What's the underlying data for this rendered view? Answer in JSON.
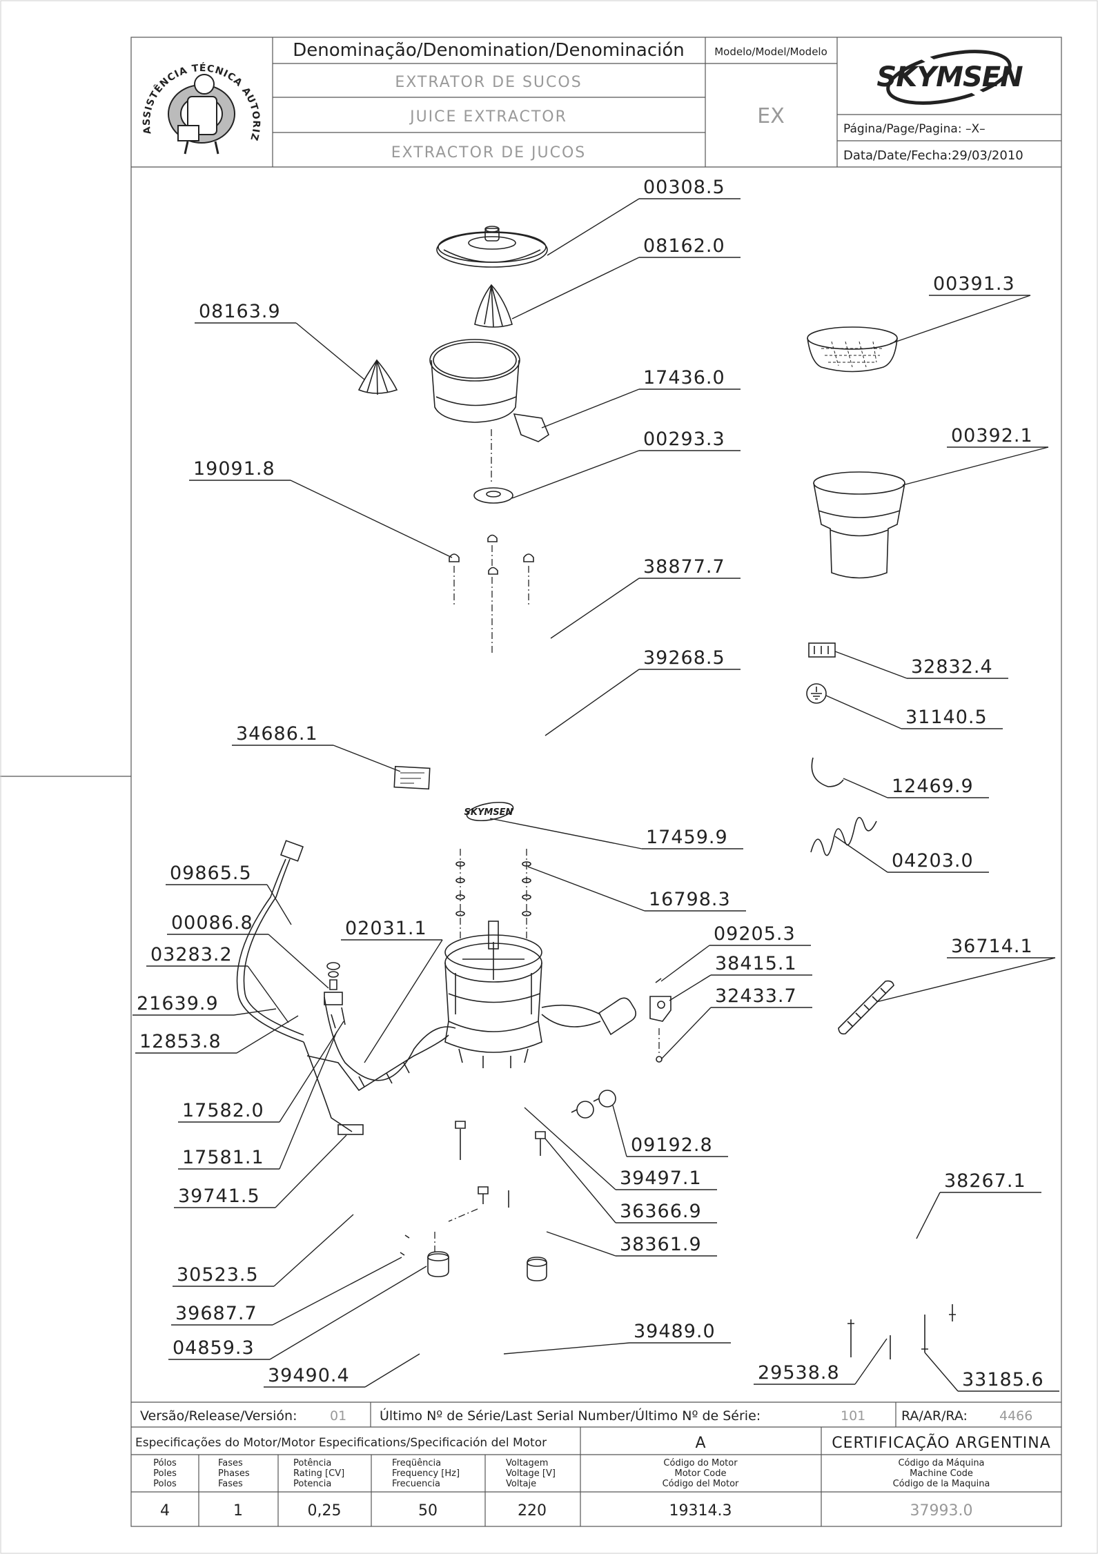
{
  "header": {
    "denomination_label": "Denominação/Denomination/Denominación",
    "model_label": "Modelo/Model/Modelo",
    "name_pt": "EXTRATOR DE SUCOS",
    "name_en": "JUICE EXTRACTOR",
    "name_es": "EXTRACTOR DE JUCOS",
    "model_value": "EX",
    "brand": "SKYMSEN",
    "page_label": "Página/Page/Pagina: –X–",
    "date_label": "Data/Date/Fecha:29/03/2010",
    "seal_text": "ASSISTÊNCIA TÉCNICA AUTORIZADA"
  },
  "parts": [
    "00308.5",
    "08162.0",
    "00391.3",
    "08163.9",
    "17436.0",
    "00293.3",
    "00392.1",
    "19091.8",
    "38877.7",
    "39268.5",
    "32832.4",
    "31140.5",
    "34686.1",
    "12469.9",
    "17459.9",
    "04203.0",
    "09865.5",
    "16798.3",
    "00086.8",
    "02031.1",
    "09205.3",
    "03283.2",
    "38415.1",
    "36714.1",
    "32433.7",
    "21639.9",
    "12853.8",
    "17582.0",
    "09192.8",
    "17581.1",
    "39497.1",
    "38267.1",
    "39741.5",
    "36366.9",
    "38361.9",
    "30523.5",
    "39687.7",
    "39489.0",
    "04859.3",
    "29538.8",
    "33185.6",
    "39490.4"
  ],
  "footer": {
    "version_label": "Versão/Release/Versión:",
    "version_value": "01",
    "serial_label": "Último Nº de Série/Last Serial Number/Último Nº de Série:",
    "serial_value": "101",
    "ra_label": "RA/AR/RA:",
    "ra_value": "4466",
    "motor_spec_label": "Especificações do Motor/Motor Especifications/Specificación del Motor",
    "motor_spec_value": "A",
    "certification": "CERTIFICAÇÃO ARGENTINA",
    "col_poles": [
      "Pólos",
      "Poles",
      "Polos"
    ],
    "col_phases": [
      "Fases",
      "Phases",
      "Fases"
    ],
    "col_power": [
      "Potência",
      "Rating [CV]",
      "Potencia"
    ],
    "col_freq": [
      "Freqüência",
      "Frequency [Hz]",
      "Frecuencia"
    ],
    "col_voltage": [
      "Voltagem",
      "Voltage [V]",
      "Voltaje"
    ],
    "col_motor_code": [
      "Código do Motor",
      "Motor Code",
      "Código del Motor"
    ],
    "col_machine_code": [
      "Código da Máquina",
      "Machine Code",
      "Código de la Maquina"
    ],
    "poles": "4",
    "phases": "1",
    "power": "0,25",
    "frequency": "50",
    "voltage": "220",
    "motor_code": "19314.3",
    "machine_code": "37993.0"
  }
}
